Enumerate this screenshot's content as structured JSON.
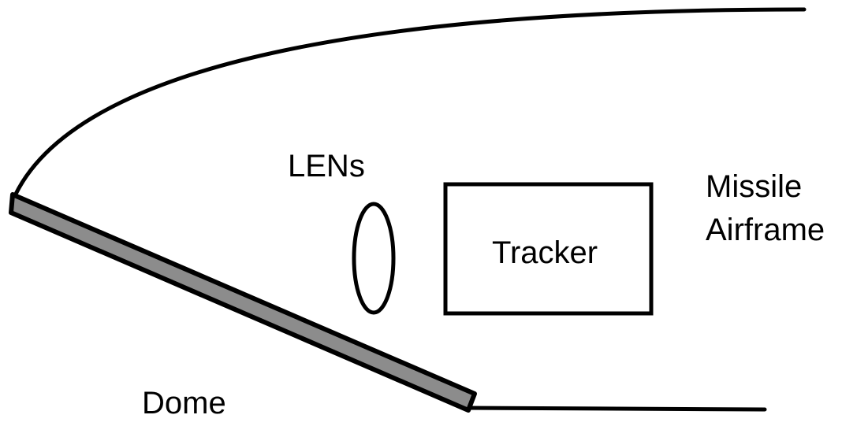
{
  "labels": {
    "lens": "LENs",
    "tracker": "Tracker",
    "missile_line1": "Missile",
    "missile_line2": "Airframe",
    "dome": "Dome"
  },
  "colors": {
    "stroke": "#000000",
    "dome_fill": "#8c8c8c",
    "background": "#ffffff"
  }
}
